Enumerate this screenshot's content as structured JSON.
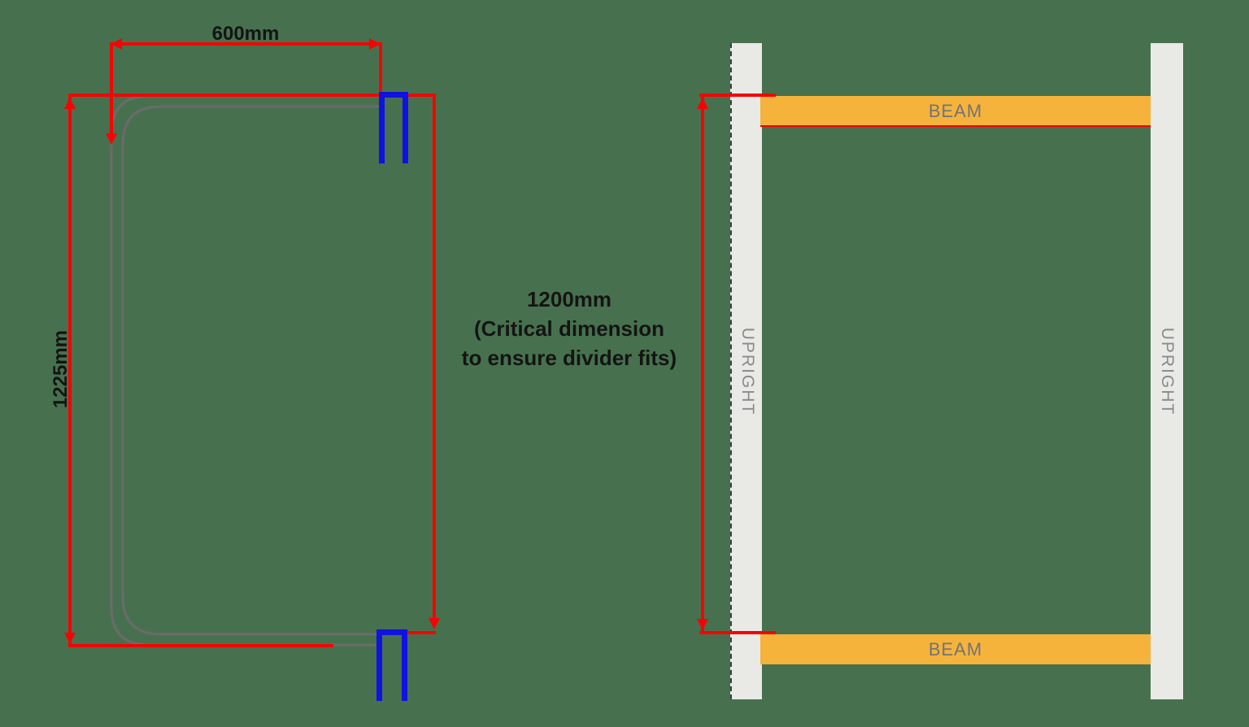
{
  "background_color": "#47714E",
  "colors": {
    "dimension_red": "#F40404",
    "hook_blue": "#1012E0",
    "wire_gray": "#6B6B6B",
    "beam_orange": "#F5B33C",
    "upright_gray": "#E9E9E5",
    "label_gray": "#8A8A8A",
    "text_black": "#141414"
  },
  "divider_view": {
    "width_label": "600mm",
    "height_label": "1225mm"
  },
  "note": {
    "line1": "1200mm",
    "line2": "(Critical dimension",
    "line3": "to ensure divider fits)"
  },
  "rack_view": {
    "top_beam_label": "BEAM",
    "bottom_beam_label": "BEAM",
    "left_upright_label": "UPRIGHT",
    "right_upright_label": "UPRIGHT"
  }
}
